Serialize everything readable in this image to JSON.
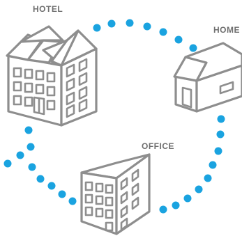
{
  "nodes": {
    "hotel": {
      "label": "HOTEL"
    },
    "home": {
      "label": "HOME"
    },
    "office": {
      "label": "OFFICE"
    }
  },
  "colors": {
    "dots": "#1aa3e0",
    "outline": "#8e8e8e",
    "label": "#6f6f6f"
  }
}
